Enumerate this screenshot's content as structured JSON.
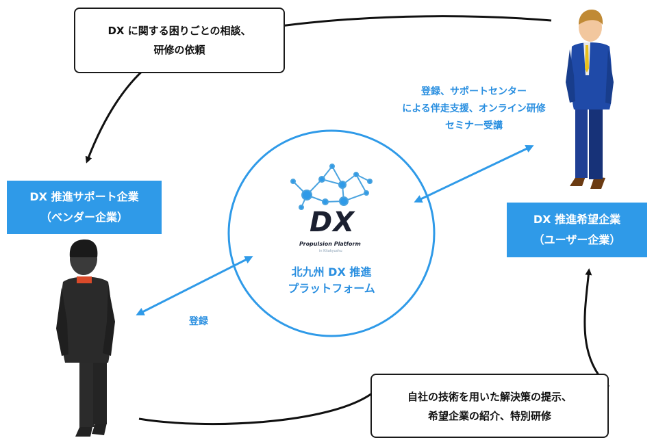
{
  "callouts": {
    "top_left": {
      "line1": "DX に関する困りごとの相談、",
      "line2": "研修の依頼"
    },
    "bottom_right": {
      "line1": "自社の技術を用いた解決策の提示、",
      "line2": "希望企業の紹介、特別研修"
    }
  },
  "roles": {
    "vendor": {
      "line1": "DX 推進サポート企業",
      "line2": "（ベンダー企業）"
    },
    "user": {
      "line1": "DX 推進希望企業",
      "line2": "（ユーザー企業）"
    }
  },
  "platform": {
    "logo_text": "DX",
    "logo_sub": "Propulsion Platform",
    "logo_sub2": "in Kitakyushu",
    "label_line1": "北九州 DX 推進",
    "label_line2": "プラットフォーム"
  },
  "links": {
    "user_side": {
      "line1": "登録、サポートセンター",
      "line2": "による伴走支援、オンライン研修",
      "line3": "セミナー受講"
    },
    "vendor_side": "登録"
  },
  "colors": {
    "accent": "#2f9ae8",
    "dark": "#1a1a1a"
  }
}
